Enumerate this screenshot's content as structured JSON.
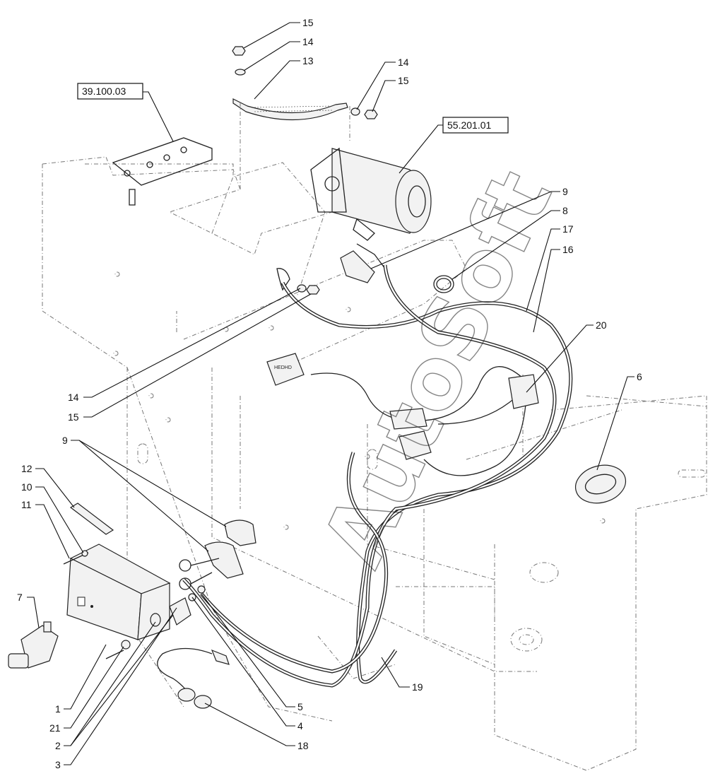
{
  "references": {
    "battery_group": "39.100.03",
    "starter_group": "55.201.01"
  },
  "callouts": {
    "c15_top": "15",
    "c14_top": "14",
    "c13": "13",
    "c14_right": "14",
    "c15_right": "15",
    "c9_top": "9",
    "c8": "8",
    "c17": "17",
    "c16": "16",
    "c20": "20",
    "c6": "6",
    "c14_left": "14",
    "c15_left": "15",
    "c9_left": "9",
    "c12": "12",
    "c10": "10",
    "c11": "11",
    "c7": "7",
    "c1": "1",
    "c21": "21",
    "c2": "2",
    "c3": "3",
    "c5": "5",
    "c4": "4",
    "c18": "18",
    "c19": "19"
  },
  "watermark": "AutoSoft"
}
